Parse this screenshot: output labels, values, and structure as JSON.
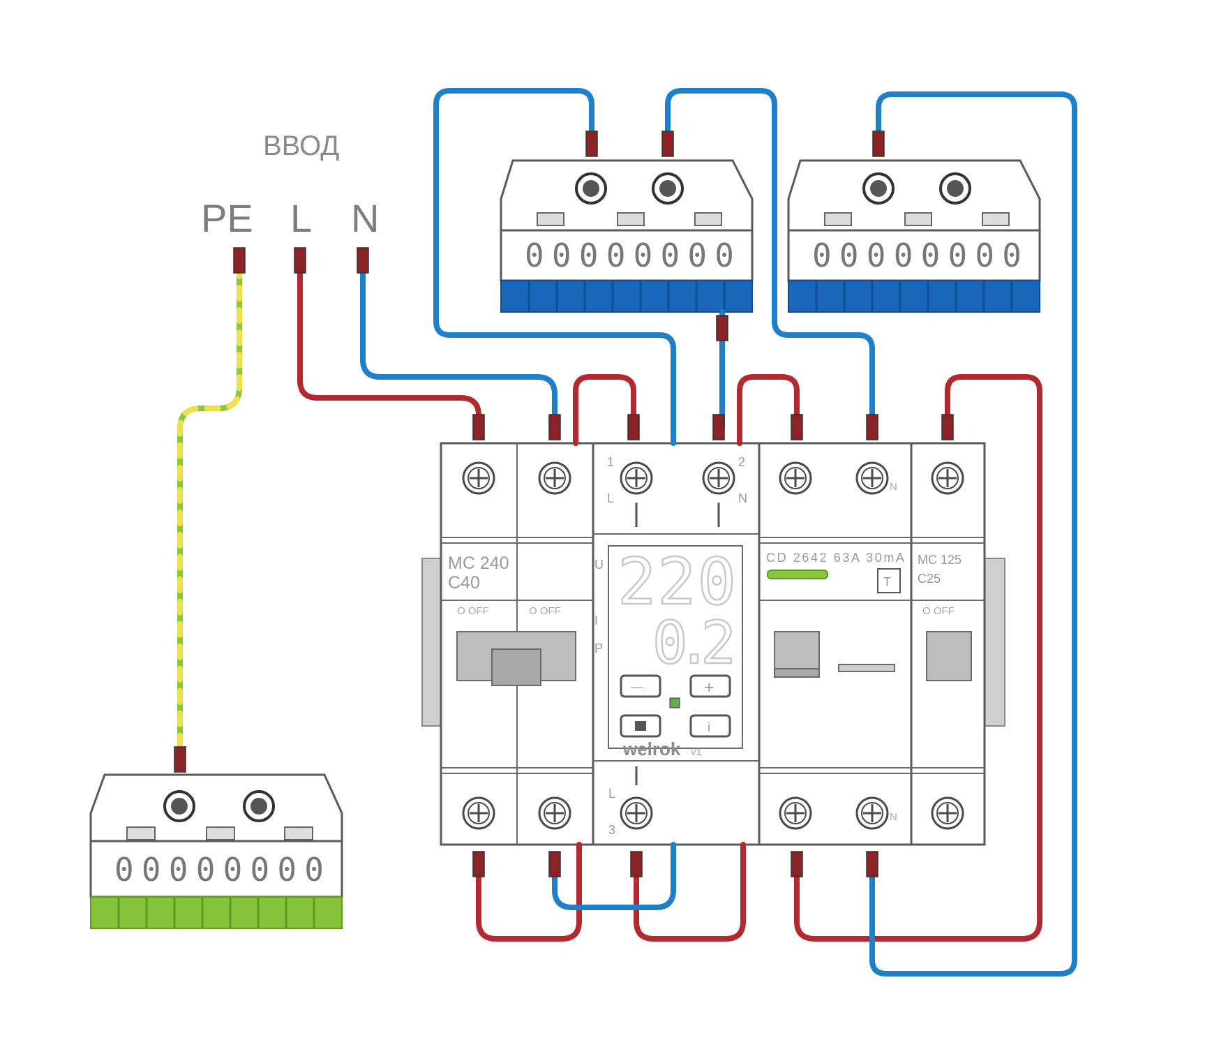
{
  "title": "ВВОД",
  "inputs": {
    "pe": "PE",
    "l": "L",
    "n": "N"
  },
  "terminal_slots": "0 0 0 0 0 0 0 0",
  "devices": {
    "breaker_main": {
      "model": "MC 240",
      "rating": "C40",
      "on_off": "O  OFF"
    },
    "relay": {
      "display_top": "220",
      "display_bottom": "0.2",
      "side_labels": [
        "U",
        "I",
        "P"
      ],
      "term_top_left": "1",
      "term_top_left_sub": "L",
      "term_top_right": "2",
      "term_top_right_sub": "N",
      "term_bottom": "3",
      "term_bottom_sub": "L",
      "brand": "welrok",
      "version": "v1",
      "btn_minus": "—",
      "btn_plus": "+",
      "btn_i": "i"
    },
    "rcd": {
      "label": "CD 2642 63A 30mA",
      "test": "T",
      "neutral": "N"
    },
    "breaker_group": {
      "model": "MC 125",
      "rating": "C25",
      "on_off": "O  OFF"
    }
  },
  "colors": {
    "phase_wire": "#b22a2f",
    "neutral_wire": "#1f7fc8",
    "pe_green": "#8cc63f",
    "pe_yellow": "#f0e14a",
    "neutral_bus": "#1a66b8",
    "pe_bus": "#86c23a",
    "device_outline": "#5a5a5a"
  }
}
